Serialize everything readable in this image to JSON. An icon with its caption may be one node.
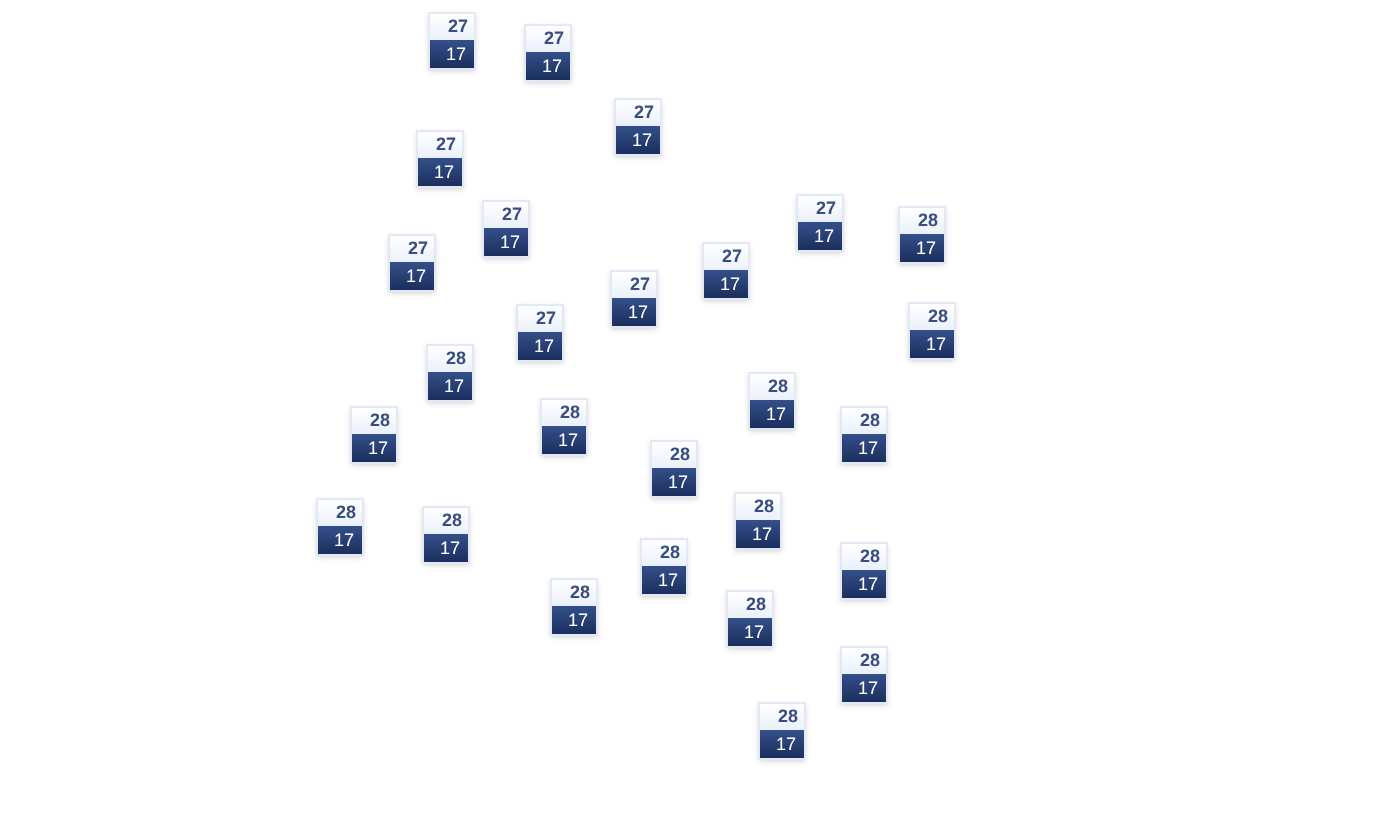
{
  "diagram": {
    "nodes": [
      {
        "text": [
          "27",
          "17"
        ]
      },
      {
        "text": [
          "27",
          "17"
        ]
      },
      {
        "text": [
          "27",
          "17"
        ]
      },
      {
        "text": [
          "27",
          "17"
        ]
      },
      {
        "text": [
          "27",
          "17"
        ]
      },
      {
        "text": [
          "27",
          "17"
        ]
      },
      {
        "text": [
          "28",
          "17"
        ]
      },
      {
        "text": [
          "27",
          "17"
        ]
      },
      {
        "text": [
          "27",
          "17"
        ]
      },
      {
        "text": [
          "27",
          "17"
        ]
      },
      {
        "text": [
          "27",
          "17"
        ]
      },
      {
        "text": [
          "28",
          "17"
        ]
      },
      {
        "text": [
          "28",
          "17"
        ]
      },
      {
        "text": [
          "28",
          "17"
        ]
      },
      {
        "text": [
          "28",
          "17"
        ]
      },
      {
        "text": [
          "28",
          "17"
        ]
      },
      {
        "text": [
          "28",
          "17"
        ]
      },
      {
        "text": [
          "28",
          "17"
        ]
      },
      {
        "text": [
          "28",
          "17"
        ]
      },
      {
        "text": [
          "28",
          "17"
        ]
      },
      {
        "text": [
          "28",
          "17"
        ]
      },
      {
        "text": [
          "28",
          "17"
        ]
      },
      {
        "text": [
          "28",
          "17"
        ]
      },
      {
        "text": [
          "28",
          "17"
        ]
      },
      {
        "text": [
          "28",
          "17"
        ]
      },
      {
        "text": [
          "28",
          "17"
        ]
      },
      {
        "text": [
          "28",
          "17"
        ]
      }
    ]
  }
}
